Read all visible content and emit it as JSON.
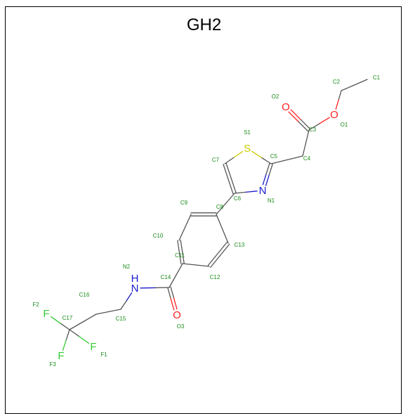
{
  "title": "GH2",
  "colors": {
    "bond": "#555555",
    "oxygen": "#ff2020",
    "nitrogen": "#1a1acc",
    "sulfur": "#cccc00",
    "fluorine": "#33cc33",
    "index_label": "#1a8c1a"
  },
  "atoms": [
    {
      "id": "C1",
      "symbol": "C"
    },
    {
      "id": "C2",
      "symbol": "C"
    },
    {
      "id": "O1",
      "symbol": "O"
    },
    {
      "id": "C3",
      "symbol": "C"
    },
    {
      "id": "O2",
      "symbol": "O"
    },
    {
      "id": "C4",
      "symbol": "C"
    },
    {
      "id": "C5",
      "symbol": "C"
    },
    {
      "id": "S1",
      "symbol": "S"
    },
    {
      "id": "C7",
      "symbol": "C"
    },
    {
      "id": "C6",
      "symbol": "C"
    },
    {
      "id": "N1",
      "symbol": "N"
    },
    {
      "id": "C8",
      "symbol": "C"
    },
    {
      "id": "C9",
      "symbol": "C"
    },
    {
      "id": "C10",
      "symbol": "C"
    },
    {
      "id": "C11",
      "symbol": "C"
    },
    {
      "id": "C12",
      "symbol": "C"
    },
    {
      "id": "C13",
      "symbol": "C"
    },
    {
      "id": "C14",
      "symbol": "C"
    },
    {
      "id": "O3",
      "symbol": "O"
    },
    {
      "id": "N2",
      "symbol": "N"
    },
    {
      "id": "C15",
      "symbol": "C"
    },
    {
      "id": "C16",
      "symbol": "C"
    },
    {
      "id": "C17",
      "symbol": "C"
    },
    {
      "id": "F1",
      "symbol": "F"
    },
    {
      "id": "F2",
      "symbol": "F"
    },
    {
      "id": "F3",
      "symbol": "F"
    }
  ],
  "bonds": [
    [
      "C1",
      "C2",
      1
    ],
    [
      "C2",
      "O1",
      1
    ],
    [
      "O1",
      "C3",
      1
    ],
    [
      "C3",
      "O2",
      2
    ],
    [
      "C3",
      "C4",
      1
    ],
    [
      "C4",
      "C5",
      1
    ],
    [
      "C5",
      "S1",
      1
    ],
    [
      "S1",
      "C7",
      1
    ],
    [
      "C7",
      "C6",
      2
    ],
    [
      "C6",
      "N1",
      1
    ],
    [
      "N1",
      "C5",
      2
    ],
    [
      "C6",
      "C8",
      1
    ],
    [
      "C8",
      "C9",
      2
    ],
    [
      "C9",
      "C10",
      1
    ],
    [
      "C10",
      "C11",
      2
    ],
    [
      "C11",
      "C12",
      1
    ],
    [
      "C12",
      "C13",
      2
    ],
    [
      "C13",
      "C8",
      1
    ],
    [
      "C11",
      "C14",
      1
    ],
    [
      "C14",
      "O3",
      2
    ],
    [
      "C14",
      "N2",
      1
    ],
    [
      "N2",
      "C15",
      1
    ],
    [
      "C15",
      "C16",
      1
    ],
    [
      "C16",
      "C17",
      1
    ],
    [
      "C17",
      "F1",
      1
    ],
    [
      "C17",
      "F2",
      1
    ],
    [
      "C17",
      "F3",
      1
    ]
  ]
}
